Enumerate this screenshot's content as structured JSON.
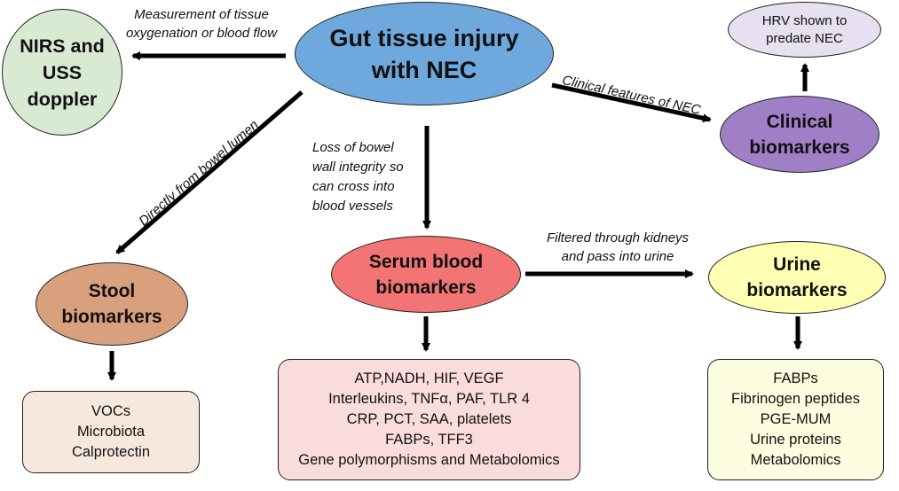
{
  "nodes": {
    "gut": {
      "line1": "Gut tissue injury",
      "line2": "with NEC",
      "color": "#6fa8dc"
    },
    "nirs": {
      "line1": "NIRS and",
      "line2": "USS",
      "line3": "doppler",
      "color": "#d9ead3"
    },
    "hrv": {
      "line1": "HRV shown to",
      "line2": "predate NEC",
      "color": "#e6e0f0"
    },
    "clinical": {
      "line1": "Clinical",
      "line2": "biomarkers",
      "color": "#9f7fc6"
    },
    "stool": {
      "line1": "Stool",
      "line2": "biomarkers",
      "color": "#d9a07e"
    },
    "serum": {
      "line1": "Serum blood",
      "line2": "biomarkers",
      "color": "#f27474"
    },
    "urine": {
      "line1": "Urine",
      "line2": "biomarkers",
      "color": "#ffffb3"
    }
  },
  "boxes": {
    "stool": {
      "items": [
        "VOCs",
        "Microbiota",
        "Calprotectin"
      ],
      "color": "#f7e8dd"
    },
    "serum": {
      "items": [
        "ATP,NADH, HIF, VEGF",
        "Interleukins, TNFα, PAF, TLR 4",
        "CRP, PCT, SAA, platelets",
        "FABPs, TFF3",
        "Gene polymorphisms and Metabolomics"
      ],
      "color": "#fbdcdc"
    },
    "urine": {
      "items": [
        "FABPs",
        "Fibrinogen peptides",
        "PGE-MUM",
        "Urine proteins",
        "Metabolomics"
      ],
      "color": "#fdfde0"
    }
  },
  "edge_labels": {
    "to_nirs": {
      "line1": "Measurement of tissue",
      "line2": "oxygenation or blood flow"
    },
    "to_clinical": "Clinical features of NEC",
    "to_stool": "Directly from bowel lumen",
    "to_serum": {
      "line1": "Loss of bowel",
      "line2": "wall integrity so",
      "line3": "can cross into",
      "line4": "blood vessels"
    },
    "to_urine": {
      "line1": "Filtered through kidneys",
      "line2": "and pass into urine"
    }
  }
}
